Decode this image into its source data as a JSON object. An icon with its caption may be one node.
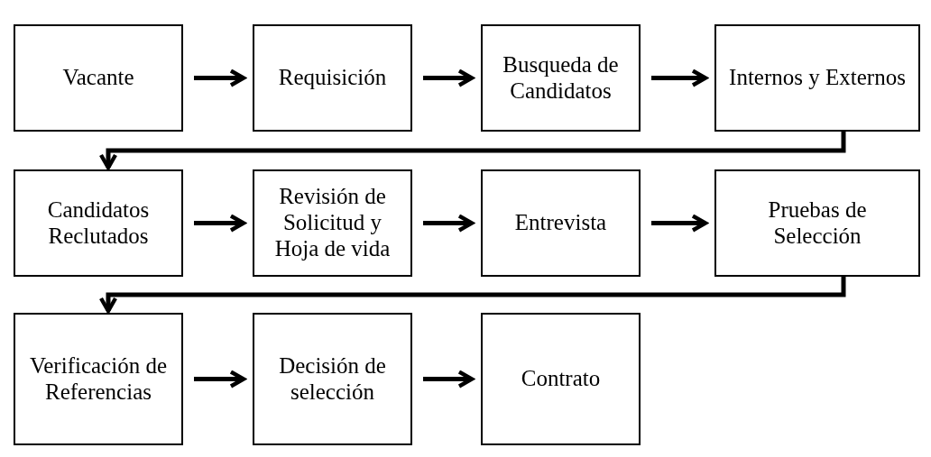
{
  "diagram": {
    "nodes": [
      {
        "text": [
          "Vacante"
        ]
      },
      {
        "text": [
          "Requisición"
        ]
      },
      {
        "text": [
          "Busqueda de Candidatos"
        ]
      },
      {
        "text": [
          "Internos y Externos"
        ]
      },
      {
        "text": [
          "Candidatos Reclutados"
        ]
      },
      {
        "text": [
          "Revisión de Solicitud y Hoja de vida"
        ]
      },
      {
        "text": [
          "Entrevista"
        ]
      },
      {
        "text": [
          "Pruebas de Selección"
        ]
      },
      {
        "text": [
          "Verificación de Referencias"
        ]
      },
      {
        "text": [
          "Decisión de selección"
        ]
      },
      {
        "text": [
          "Contrato"
        ]
      }
    ],
    "edges": [
      {
        "from": 0,
        "to": 1,
        "arrow": "to"
      },
      {
        "from": 1,
        "to": 2,
        "arrow": "to"
      },
      {
        "from": 2,
        "to": 3,
        "arrow": "to"
      },
      {
        "from": 3,
        "to": 4,
        "arrow": "to"
      },
      {
        "from": 4,
        "to": 5,
        "arrow": "to"
      },
      {
        "from": 5,
        "to": 6,
        "arrow": "to"
      },
      {
        "from": 6,
        "to": 7,
        "arrow": "to"
      },
      {
        "from": 7,
        "to": 8,
        "arrow": "to"
      },
      {
        "from": 8,
        "to": 9,
        "arrow": "to"
      },
      {
        "from": 9,
        "to": 10,
        "arrow": "to"
      }
    ]
  }
}
